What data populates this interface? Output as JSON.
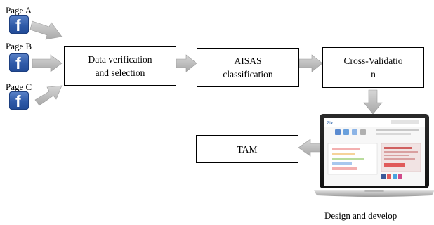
{
  "sources": [
    {
      "label": "Page A",
      "icon": "facebook-icon"
    },
    {
      "label": "Page B",
      "icon": "facebook-icon"
    },
    {
      "label": "Page C",
      "icon": "facebook-icon"
    }
  ],
  "fb_letter": "f",
  "steps": {
    "data_verification": {
      "line1": "Data verification",
      "line2": "and selection"
    },
    "aisas": {
      "line1": "AISAS",
      "line2": "classification"
    },
    "cross_validation": {
      "line1": "Cross-Validatio",
      "line2": "n"
    },
    "tam": {
      "label": "TAM"
    }
  },
  "design": {
    "caption": "Design and develop"
  },
  "colors": {
    "arrow": "#bdbdbd",
    "facebook": "#3b5998"
  }
}
